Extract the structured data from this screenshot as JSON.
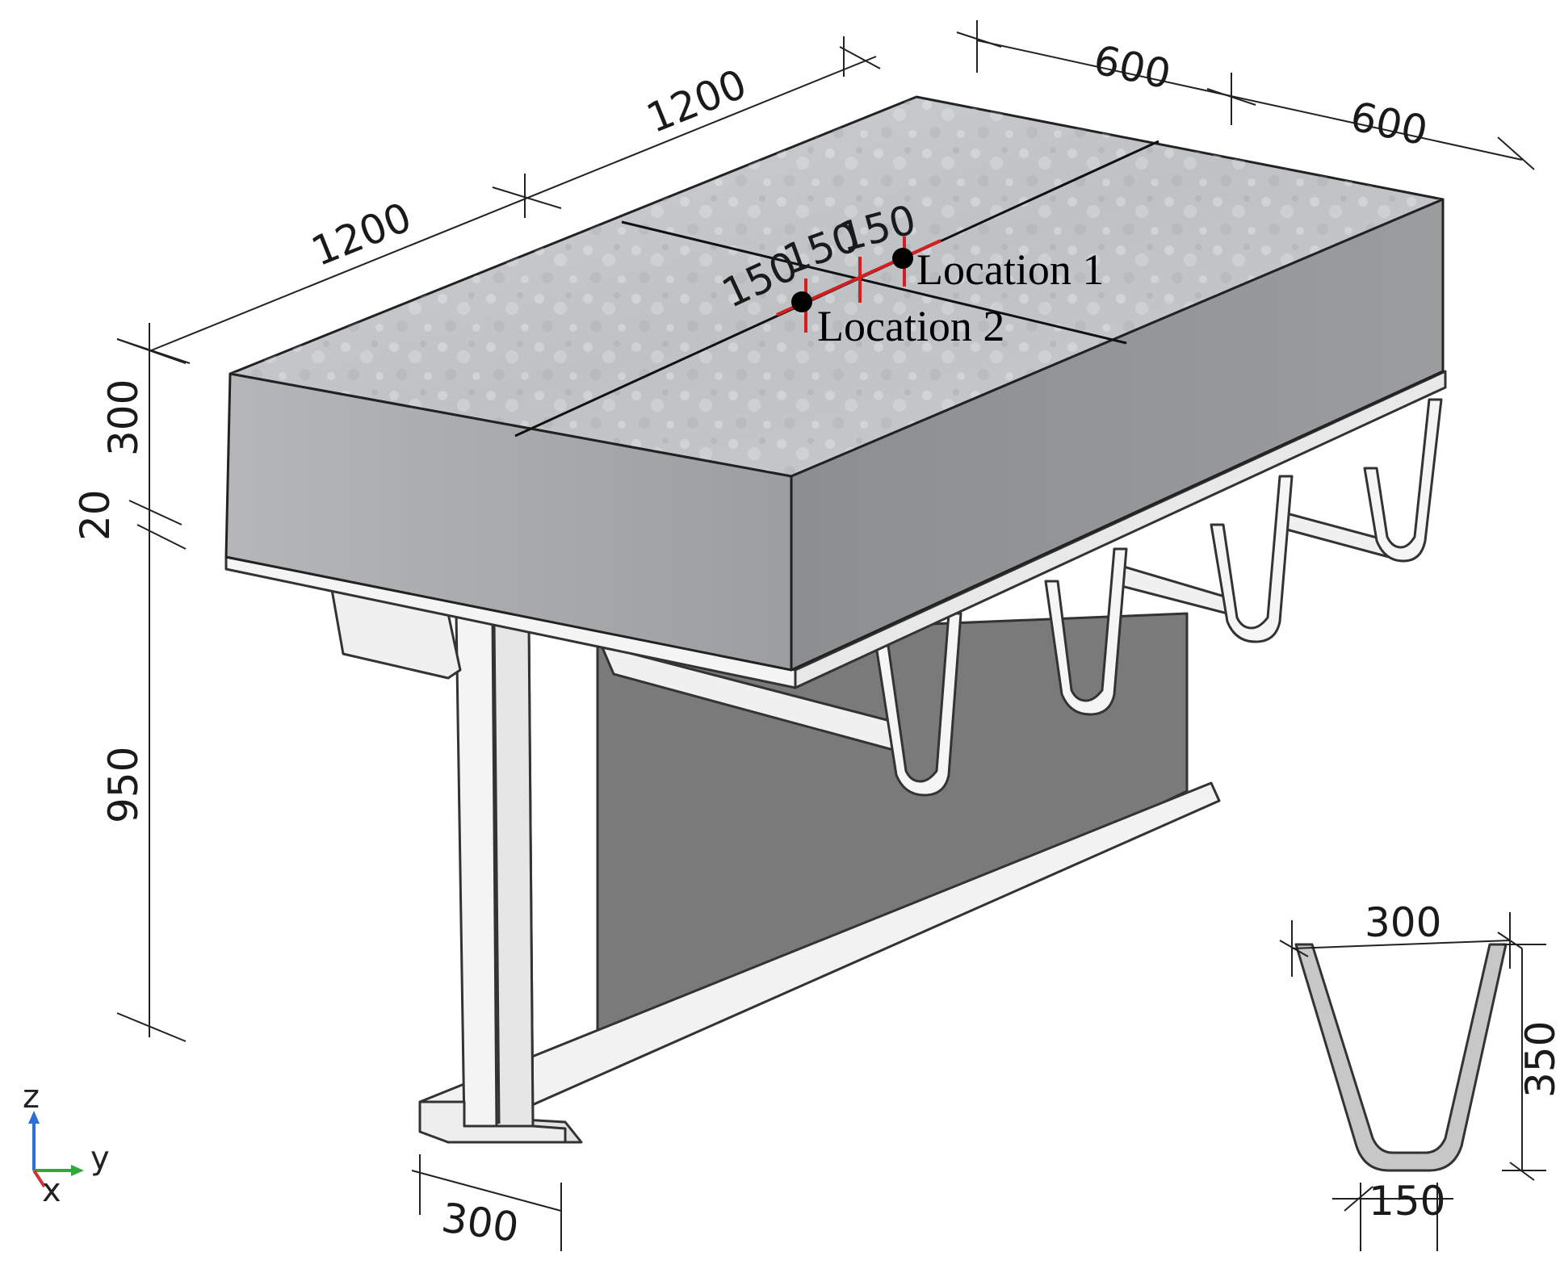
{
  "dimensions": {
    "top_length_1": "1200",
    "top_length_2": "1200",
    "top_width_1": "600",
    "top_width_2": "600",
    "slab_thickness": "300",
    "plate_thickness": "20",
    "girder_height": "950",
    "flange_width": "300",
    "rib_spacing_1": "150",
    "rib_spacing_2": "150",
    "rib_spacing_3": "150"
  },
  "locations": {
    "location_1": "Location 1",
    "location_2": "Location 2"
  },
  "rib_section": {
    "top_width": "300",
    "depth": "350",
    "bottom_width": "150"
  },
  "axes": {
    "z": "z",
    "y": "y",
    "x": "x"
  },
  "colors": {
    "concrete_top": "#c4c7ca",
    "concrete_front": "#a6a8aa",
    "concrete_side": "#8f9193",
    "steel": "#f2f2f2",
    "web_shadow": "#777777",
    "measure_line": "#d31f1f",
    "axis_z": "#2b6fd6",
    "axis_y": "#2faa3a",
    "axis_x": "#d23434"
  }
}
